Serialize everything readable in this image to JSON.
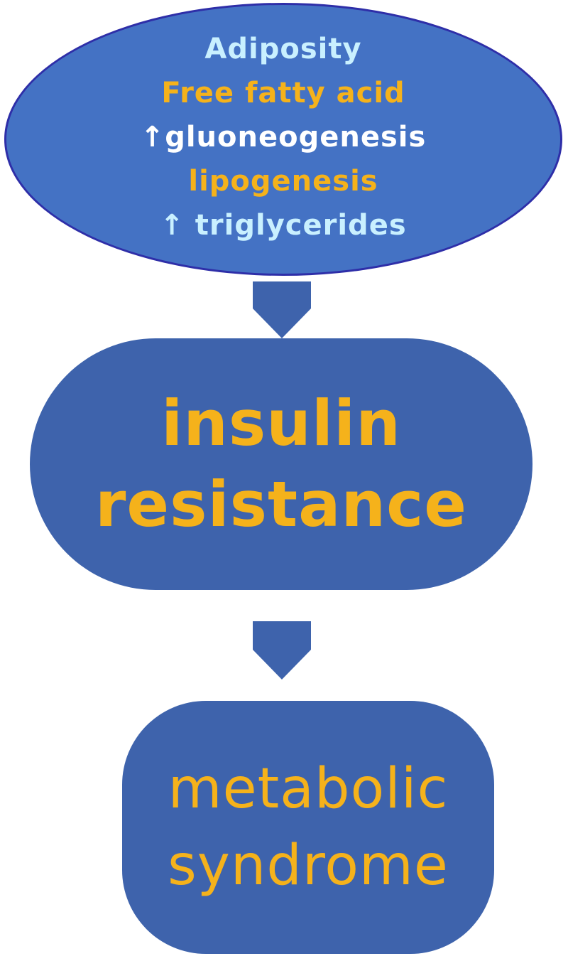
{
  "top_node": {
    "lines": [
      {
        "text": "Adiposity",
        "color": "#c9f0ff"
      },
      {
        "text": "Free fatty acid",
        "color": "#f5b21b"
      },
      {
        "text": "↑gluoneogenesis",
        "color": "#ffffff"
      },
      {
        "text": "lipogenesis",
        "color": "#f5b21b"
      },
      {
        "text": "↑ triglycerides",
        "color": "#c9f0ff"
      }
    ]
  },
  "middle_node": {
    "line1": "insulin",
    "line2": "resistance"
  },
  "bottom_node": {
    "line1": "metabolic",
    "line2": "syndrome"
  },
  "colors": {
    "node_fill": "#3e63ac",
    "ellipse_fill": "#4472c4",
    "arrow_fill": "#3e63ac",
    "highlight_text": "#f5b21b"
  }
}
